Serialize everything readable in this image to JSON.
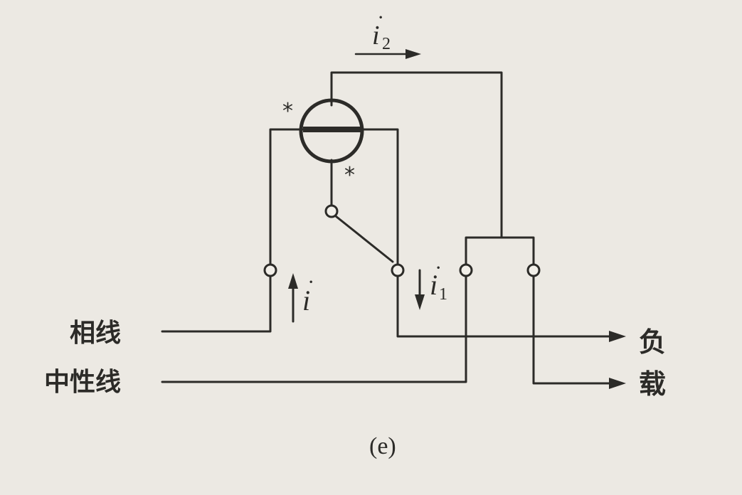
{
  "labels": {
    "phase_line": "相线",
    "neutral_line": "中性线",
    "load_char_1": "负",
    "load_char_2": "载",
    "caption": "(e)",
    "polarity_mark_voltage": "*",
    "polarity_mark_current": "*"
  },
  "currents": {
    "i2": {
      "symbol": "i",
      "dot": "·",
      "subscript": "2"
    },
    "i": {
      "symbol": "i",
      "dot": "·",
      "subscript": ""
    },
    "i1": {
      "symbol": "i",
      "dot": "·",
      "subscript": "1"
    }
  }
}
